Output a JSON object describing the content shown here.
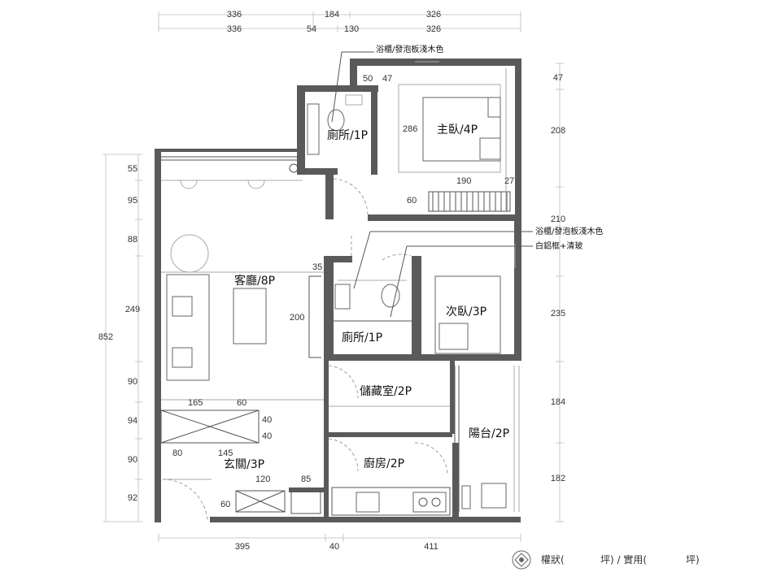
{
  "dims_top_row1": [
    "336",
    "184",
    "326"
  ],
  "dims_top_row2": [
    "336",
    "54",
    "130",
    "326"
  ],
  "dims_left": [
    "55",
    "95",
    "88",
    "249",
    "90",
    "94",
    "90",
    "92"
  ],
  "dim_total_left": "852",
  "dims_right": [
    "47",
    "208",
    "210",
    "235",
    "184",
    "182"
  ],
  "dims_bottom": [
    "395",
    "40",
    "411"
  ],
  "rooms": {
    "master_bedroom": "主臥/4P",
    "master_toilet": "廁所/1P",
    "living_room": "客廳/8P",
    "second_bedroom": "次臥/3P",
    "second_toilet": "廁所/1P",
    "storage": "儲藏室/2P",
    "balcony": "陽台/2P",
    "kitchen": "廚房/2P",
    "entrance": "玄關/3P"
  },
  "notes": {
    "top_callout": "浴櫃/發泡板淺木色",
    "mid_callout1": "浴櫃/發泡板淺木色",
    "mid_callout2": "白鋁框+清玻"
  },
  "inner_dims": {
    "d50": "50",
    "d47": "47",
    "d286": "286",
    "d190": "190",
    "d27": "27",
    "d60a": "60",
    "d35": "35",
    "d200": "200",
    "d165": "165",
    "d60b": "60",
    "d40a": "40",
    "d40b": "40",
    "d80": "80",
    "d145": "145",
    "d120": "120",
    "d85": "85",
    "d60c": "60"
  },
  "footer": {
    "area_label": "權狀(",
    "area_unit1": "坪) / 實用(",
    "area_unit2": "坪)"
  }
}
